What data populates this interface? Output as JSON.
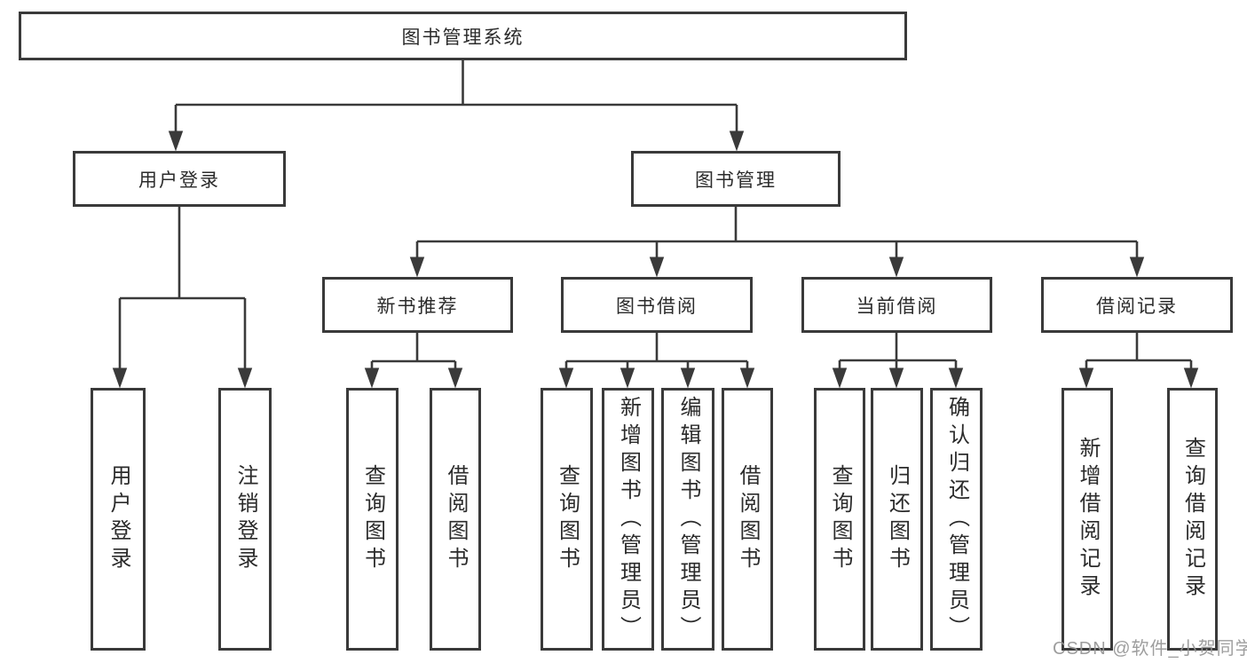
{
  "diagram_title": "图书管理系统",
  "tree": {
    "root": {
      "label": "图书管理系统",
      "children": [
        {
          "label": "用户登录",
          "children": [
            {
              "label": "用户登录"
            },
            {
              "label": "注销登录"
            }
          ]
        },
        {
          "label": "图书管理",
          "children": [
            {
              "label": "新书推荐",
              "children": [
                {
                  "label": "查询图书"
                },
                {
                  "label": "借阅图书"
                }
              ]
            },
            {
              "label": "图书借阅",
              "children": [
                {
                  "label": "查询图书"
                },
                {
                  "label": "新增图书（管理员）"
                },
                {
                  "label": "编辑图书（管理员）"
                },
                {
                  "label": "借阅图书"
                }
              ]
            },
            {
              "label": "当前借阅",
              "children": [
                {
                  "label": "查询图书"
                },
                {
                  "label": "归还图书"
                },
                {
                  "label": "确认归还（管理员）"
                }
              ]
            },
            {
              "label": "借阅记录",
              "children": [
                {
                  "label": "新增借阅记录"
                },
                {
                  "label": "查询借阅记录"
                }
              ]
            }
          ]
        }
      ]
    }
  },
  "watermark": {
    "text": "CSDN @软件_小贺同学"
  },
  "colors": {
    "line": "#3a3a3a",
    "box_border": "#3a3a3a",
    "box_fill": "#ffffff",
    "text": "#2b2b2b",
    "watermark": "#969696",
    "background": "#ffffff"
  }
}
